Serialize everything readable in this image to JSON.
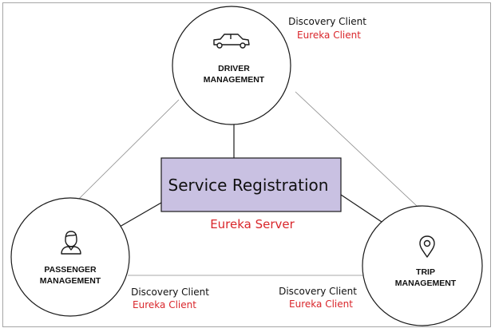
{
  "colors": {
    "frame": "#a6a6a6",
    "registry_fill": "#c9c1e2",
    "registry_stroke": "#1a1a1a",
    "accent_red": "#d9262b",
    "line": "#8c8c8c",
    "dark_line": "#1a1a1a",
    "text": "#111111"
  },
  "nodes": {
    "driver": {
      "line1": "DRIVER",
      "line2": "MANAGEMENT",
      "icon": "car-icon"
    },
    "passenger": {
      "line1": "PASSENGER",
      "line2": "MANAGEMENT",
      "icon": "person-icon"
    },
    "trip": {
      "line1": "TRIP",
      "line2": "MANAGEMENT",
      "icon": "location-pin-icon"
    }
  },
  "registry": {
    "label": "Service Registration",
    "server_label": "Eureka Server"
  },
  "clients": {
    "driver": {
      "line1": "Discovery Client",
      "line2": "Eureka Client"
    },
    "passenger": {
      "line1": "Discovery Client",
      "line2": "Eureka Client"
    },
    "trip": {
      "line1": "Discovery Client",
      "line2": "Eureka Client"
    }
  }
}
